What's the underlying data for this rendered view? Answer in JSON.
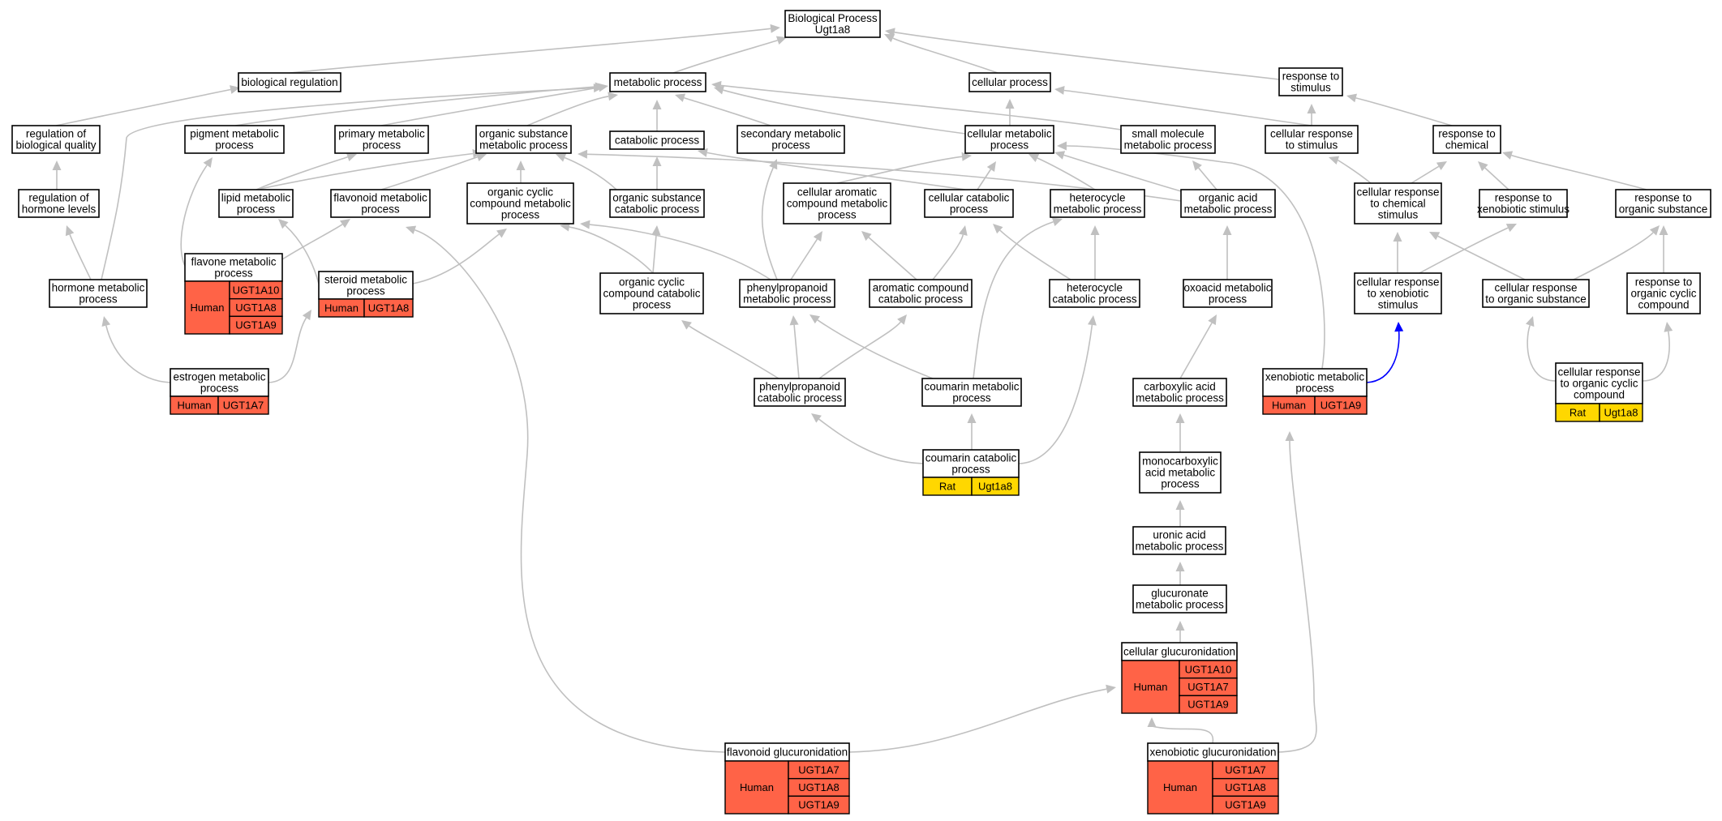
{
  "colors": {
    "human": "#ff6347",
    "rat": "#ffd700",
    "edge": "#c0c0c0",
    "highlight": "#0000ff"
  },
  "nodes": [
    {
      "id": "root",
      "lines": [
        "Biological Process",
        "Ugt1a8"
      ]
    },
    {
      "id": "bioreg",
      "lines": [
        "biological regulation"
      ]
    },
    {
      "id": "metab",
      "lines": [
        "metabolic process"
      ]
    },
    {
      "id": "cellproc",
      "lines": [
        "cellular process"
      ]
    },
    {
      "id": "respstim",
      "lines": [
        "response to",
        "stimulus"
      ]
    },
    {
      "id": "regqual",
      "lines": [
        "regulation of",
        "biological quality"
      ]
    },
    {
      "id": "pigment",
      "lines": [
        "pigment metabolic",
        "process"
      ]
    },
    {
      "id": "primary",
      "lines": [
        "primary metabolic",
        "process"
      ]
    },
    {
      "id": "orgsub",
      "lines": [
        "organic substance",
        "metabolic process"
      ]
    },
    {
      "id": "catab",
      "lines": [
        "catabolic process"
      ]
    },
    {
      "id": "secondary",
      "lines": [
        "secondary metabolic",
        "process"
      ]
    },
    {
      "id": "cellmetab",
      "lines": [
        "cellular metabolic",
        "process"
      ]
    },
    {
      "id": "smallmol",
      "lines": [
        "small molecule",
        "metabolic process"
      ]
    },
    {
      "id": "cellresp",
      "lines": [
        "cellular response",
        "to stimulus"
      ]
    },
    {
      "id": "respchem",
      "lines": [
        "response to",
        "chemical"
      ]
    },
    {
      "id": "reghorm",
      "lines": [
        "regulation of",
        "hormone levels"
      ]
    },
    {
      "id": "lipid",
      "lines": [
        "lipid metabolic",
        "process"
      ]
    },
    {
      "id": "flavonoid",
      "lines": [
        "flavonoid metabolic",
        "process"
      ]
    },
    {
      "id": "orgcyc",
      "lines": [
        "organic cyclic",
        "compound metabolic",
        "process"
      ]
    },
    {
      "id": "orgsubcat",
      "lines": [
        "organic substance",
        "catabolic process"
      ]
    },
    {
      "id": "cellarom",
      "lines": [
        "cellular aromatic",
        "compound metabolic",
        "process"
      ]
    },
    {
      "id": "cellcat",
      "lines": [
        "cellular catabolic",
        "process"
      ]
    },
    {
      "id": "hetero",
      "lines": [
        "heterocycle",
        "metabolic process"
      ]
    },
    {
      "id": "orgacid",
      "lines": [
        "organic acid",
        "metabolic process"
      ]
    },
    {
      "id": "cellrespchem",
      "lines": [
        "cellular response",
        "to chemical",
        "stimulus"
      ]
    },
    {
      "id": "respxeno",
      "lines": [
        "response to",
        "xenobiotic stimulus"
      ]
    },
    {
      "id": "resporg",
      "lines": [
        "response to",
        "organic substance"
      ]
    },
    {
      "id": "hormone",
      "lines": [
        "hormone metabolic",
        "process"
      ]
    },
    {
      "id": "flavone",
      "lines": [
        "flavone metabolic",
        "process"
      ],
      "anno": {
        "species": "Human",
        "genes": [
          "UGT1A10",
          "UGT1A8",
          "UGT1A9"
        ]
      }
    },
    {
      "id": "steroid",
      "lines": [
        "steroid metabolic",
        "process"
      ],
      "anno": {
        "species": "Human",
        "genes": [
          "UGT1A8"
        ]
      }
    },
    {
      "id": "orgcyccat",
      "lines": [
        "organic cyclic",
        "compound catabolic",
        "process"
      ]
    },
    {
      "id": "phenylmet",
      "lines": [
        "phenylpropanoid",
        "metabolic process"
      ]
    },
    {
      "id": "aromcat",
      "lines": [
        "aromatic compound",
        "catabolic process"
      ]
    },
    {
      "id": "heterocat",
      "lines": [
        "heterocycle",
        "catabolic process"
      ]
    },
    {
      "id": "oxoacid",
      "lines": [
        "oxoacid metabolic",
        "process"
      ]
    },
    {
      "id": "cellrespxeno",
      "lines": [
        "cellular response",
        "to xenobiotic",
        "stimulus"
      ]
    },
    {
      "id": "cellresporg",
      "lines": [
        "cellular response",
        "to organic substance"
      ]
    },
    {
      "id": "resporgcyc",
      "lines": [
        "response to",
        "organic cyclic",
        "compound"
      ]
    },
    {
      "id": "estrogen",
      "lines": [
        "estrogen metabolic",
        "process"
      ],
      "anno": {
        "species": "Human",
        "genes": [
          "UGT1A7"
        ]
      }
    },
    {
      "id": "phenylcat",
      "lines": [
        "phenylpropanoid",
        "catabolic process"
      ]
    },
    {
      "id": "coumarin",
      "lines": [
        "coumarin metabolic",
        "process"
      ]
    },
    {
      "id": "carbox",
      "lines": [
        "carboxylic acid",
        "metabolic process"
      ]
    },
    {
      "id": "xenomet",
      "lines": [
        "xenobiotic metabolic",
        "process"
      ],
      "anno": {
        "species": "Human",
        "genes": [
          "UGT1A9"
        ]
      }
    },
    {
      "id": "cellresporgcyc",
      "lines": [
        "cellular response",
        "to organic cyclic",
        "compound"
      ],
      "anno": {
        "species": "Rat",
        "genes": [
          "Ugt1a8"
        ]
      }
    },
    {
      "id": "coumcat",
      "lines": [
        "coumarin catabolic",
        "process"
      ],
      "anno": {
        "species": "Rat",
        "genes": [
          "Ugt1a8"
        ]
      }
    },
    {
      "id": "monocarb",
      "lines": [
        "monocarboxylic",
        "acid metabolic",
        "process"
      ]
    },
    {
      "id": "uronic",
      "lines": [
        "uronic acid",
        "metabolic process"
      ]
    },
    {
      "id": "glucuronate",
      "lines": [
        "glucuronate",
        "metabolic process"
      ]
    },
    {
      "id": "cellgluc",
      "lines": [
        "cellular glucuronidation"
      ],
      "anno": {
        "species": "Human",
        "genes": [
          "UGT1A10",
          "UGT1A7",
          "UGT1A9"
        ]
      }
    },
    {
      "id": "flavgluc",
      "lines": [
        "flavonoid glucuronidation"
      ],
      "anno": {
        "species": "Human",
        "genes": [
          "UGT1A7",
          "UGT1A8",
          "UGT1A9"
        ]
      }
    },
    {
      "id": "xenogluc",
      "lines": [
        "xenobiotic glucuronidation"
      ],
      "anno": {
        "species": "Human",
        "genes": [
          "UGT1A7",
          "UGT1A8",
          "UGT1A9"
        ]
      }
    }
  ],
  "edges": [
    [
      "bioreg",
      "root"
    ],
    [
      "metab",
      "root"
    ],
    [
      "cellproc",
      "root"
    ],
    [
      "respstim",
      "root"
    ],
    [
      "regqual",
      "bioreg"
    ],
    [
      "reghorm",
      "regqual"
    ],
    [
      "hormone",
      "reghorm"
    ],
    [
      "hormone",
      "metab"
    ],
    [
      "pigment",
      "metab"
    ],
    [
      "primary",
      "metab"
    ],
    [
      "orgsub",
      "metab"
    ],
    [
      "catab",
      "metab"
    ],
    [
      "secondary",
      "metab"
    ],
    [
      "cellmetab",
      "metab"
    ],
    [
      "smallmol",
      "metab"
    ],
    [
      "cellmetab",
      "cellproc"
    ],
    [
      "cellresp",
      "cellproc"
    ],
    [
      "cellresp",
      "respstim"
    ],
    [
      "respchem",
      "respstim"
    ],
    [
      "lipid",
      "primary"
    ],
    [
      "lipid",
      "orgsub"
    ],
    [
      "flavonoid",
      "orgsub"
    ],
    [
      "orgcyc",
      "orgsub"
    ],
    [
      "orgsubcat",
      "orgsub"
    ],
    [
      "orgsubcat",
      "catab"
    ],
    [
      "cellcat",
      "catab"
    ],
    [
      "cellarom",
      "cellmetab"
    ],
    [
      "cellcat",
      "cellmetab"
    ],
    [
      "hetero",
      "cellmetab"
    ],
    [
      "orgacid",
      "cellmetab"
    ],
    [
      "orgacid",
      "smallmol"
    ],
    [
      "orgacid",
      "orgsub"
    ],
    [
      "cellrespchem",
      "cellresp"
    ],
    [
      "cellrespchem",
      "respchem"
    ],
    [
      "respxeno",
      "respchem"
    ],
    [
      "resporg",
      "respchem"
    ],
    [
      "flavone",
      "pigment"
    ],
    [
      "flavone",
      "flavonoid"
    ],
    [
      "steroid",
      "lipid"
    ],
    [
      "steroid",
      "orgcyc"
    ],
    [
      "orgcyccat",
      "orgcyc"
    ],
    [
      "orgcyccat",
      "orgsubcat"
    ],
    [
      "phenylmet",
      "orgcyc"
    ],
    [
      "phenylmet",
      "secondary"
    ],
    [
      "phenylmet",
      "cellarom"
    ],
    [
      "aromcat",
      "cellarom"
    ],
    [
      "aromcat",
      "cellcat"
    ],
    [
      "heterocat",
      "cellcat"
    ],
    [
      "heterocat",
      "hetero"
    ],
    [
      "oxoacid",
      "orgacid"
    ],
    [
      "cellrespxeno",
      "cellrespchem"
    ],
    [
      "cellrespxeno",
      "respxeno"
    ],
    [
      "cellresporg",
      "cellrespchem"
    ],
    [
      "cellresporg",
      "resporg"
    ],
    [
      "resporgcyc",
      "resporg"
    ],
    [
      "estrogen",
      "hormone"
    ],
    [
      "estrogen",
      "steroid"
    ],
    [
      "phenylcat",
      "phenylmet"
    ],
    [
      "phenylcat",
      "aromcat"
    ],
    [
      "phenylcat",
      "orgcyccat"
    ],
    [
      "coumarin",
      "phenylmet"
    ],
    [
      "coumarin",
      "hetero"
    ],
    [
      "carbox",
      "oxoacid"
    ],
    [
      "xenomet",
      "cellmetab"
    ],
    [
      "xenomet",
      "cellrespxeno",
      "highlight"
    ],
    [
      "cellresporgcyc",
      "cellresporg"
    ],
    [
      "cellresporgcyc",
      "resporgcyc"
    ],
    [
      "coumcat",
      "coumarin"
    ],
    [
      "coumcat",
      "phenylcat"
    ],
    [
      "coumcat",
      "heterocat"
    ],
    [
      "monocarb",
      "carbox"
    ],
    [
      "uronic",
      "monocarb"
    ],
    [
      "glucuronate",
      "uronic"
    ],
    [
      "cellgluc",
      "glucuronate"
    ],
    [
      "flavgluc",
      "flavonoid"
    ],
    [
      "flavgluc",
      "cellgluc"
    ],
    [
      "xenogluc",
      "cellgluc"
    ],
    [
      "xenogluc",
      "xenomet"
    ]
  ]
}
